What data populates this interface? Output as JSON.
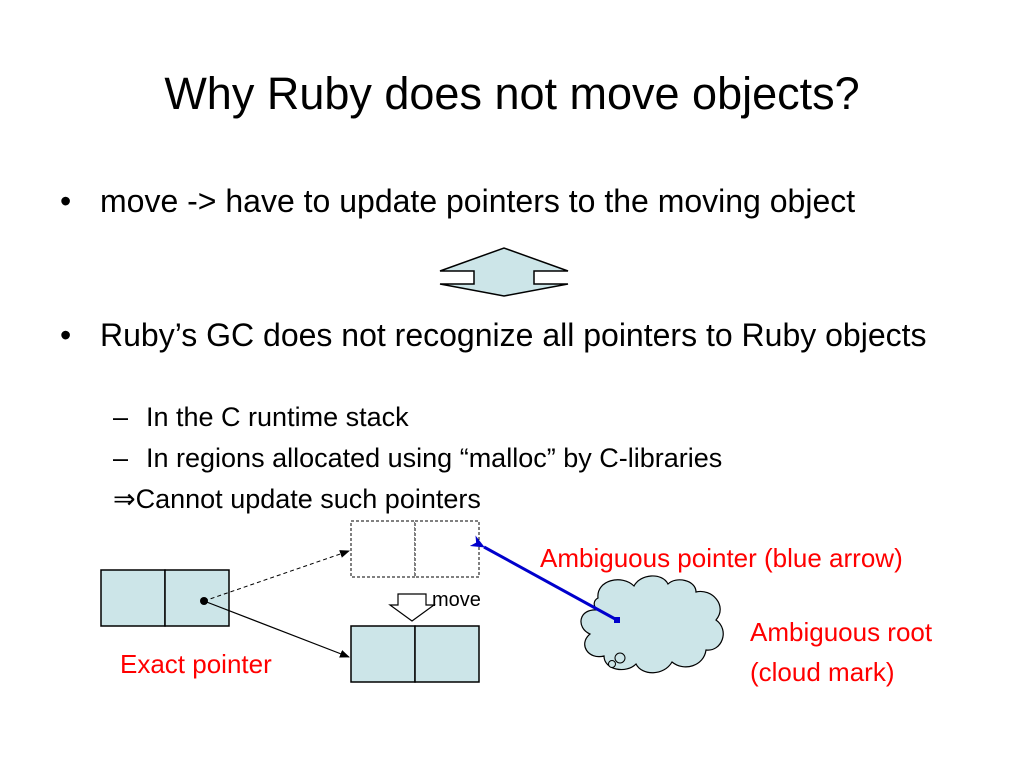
{
  "slide": {
    "title": "Why Ruby does not move objects?",
    "bullets": [
      {
        "marker": "•",
        "text": "move -> have to update pointers to the moving object"
      },
      {
        "marker": "•",
        "text": "Ruby’s GC does not recognize all pointers to Ruby objects"
      }
    ],
    "subbullets": [
      {
        "marker": "–",
        "text": "In the C runtime stack"
      },
      {
        "marker": "–",
        "text": "In regions allocated using “malloc” by C-libraries"
      }
    ],
    "implication": "⇒Cannot update such pointers"
  },
  "diagram": {
    "move_label": "move",
    "exact_pointer_label": "Exact pointer",
    "ambiguous_pointer_label": "Ambiguous pointer (blue arrow)",
    "ambiguous_root_label_line1": "Ambiguous root",
    "ambiguous_root_label_line2": "(cloud mark)",
    "colors": {
      "box_fill": "#cce5e8",
      "label_red": "#ff0000",
      "arrow_blue": "#0000cc"
    }
  }
}
